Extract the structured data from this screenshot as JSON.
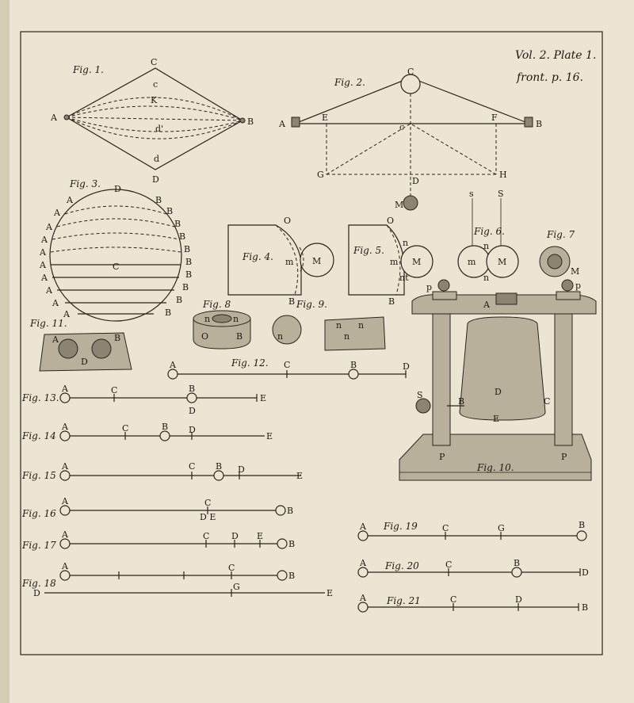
{
  "header": {
    "vol": "Vol. 2. Plate 1.",
    "front": "front. p. 16."
  },
  "fig1": {
    "title": "Fig. 1.",
    "A": "A",
    "B": "B",
    "C": "C",
    "D": "D",
    "c": "c",
    "K": "K",
    "d_mid": "d'",
    "d": "d"
  },
  "fig2": {
    "title": "Fig. 2.",
    "A": "A",
    "B": "B",
    "C": "C",
    "D": "D",
    "E": "E",
    "F": "F",
    "G": "G",
    "H": "H",
    "c": "c",
    "M": "M"
  },
  "fig3": {
    "title": "Fig. 3.",
    "D": "D",
    "C": "C",
    "A": "A",
    "B": "B"
  },
  "fig4": {
    "title": "Fig. 4.",
    "O": "O",
    "B": "B",
    "m": "m",
    "M": "M"
  },
  "fig5": {
    "title": "Fig. 5.",
    "O": "O",
    "B": "B",
    "n": "n",
    "m": "m",
    "M": "M",
    "nt": "nt"
  },
  "fig6": {
    "title": "Fig. 6.",
    "s": "s",
    "S": "S",
    "n": "n",
    "m": "m",
    "M": "M"
  },
  "fig7": {
    "title": "Fig. 7",
    "M": "M"
  },
  "fig8": {
    "title": "Fig. 8",
    "O": "O",
    "B": "B",
    "n_left": "n",
    "n_right": "n"
  },
  "fig9": {
    "title": "Fig. 9.",
    "n": "n"
  },
  "fig10": {
    "title": "Fig. 10.",
    "A": "A",
    "B": "B",
    "C": "C",
    "D": "D",
    "E": "E",
    "S": "S",
    "P": "P",
    "p": "p"
  },
  "fig11": {
    "title": "Fig. 11.",
    "A": "A",
    "B": "B",
    "D": "D"
  },
  "fig12": {
    "title": "Fig. 12.",
    "A": "A",
    "B": "B",
    "C": "C",
    "D": "D"
  },
  "fig13": {
    "title": "Fig. 13.",
    "A": "A",
    "B": "B",
    "C": "C",
    "D": "D",
    "E": "E"
  },
  "fig14": {
    "title": "Fig. 14",
    "A": "A",
    "B": "B",
    "C": "C",
    "D": "D",
    "E": "E"
  },
  "fig15": {
    "title": "Fig. 15",
    "A": "A",
    "B": "B",
    "C": "C",
    "D": "D",
    "E": "E"
  },
  "fig16": {
    "title": "Fig. 16",
    "A": "A",
    "B": "B",
    "C": "C",
    "DE": "D E"
  },
  "fig17": {
    "title": "Fig. 17",
    "A": "A",
    "B": "B",
    "C": "C",
    "D": "D",
    "E": "E"
  },
  "fig18": {
    "title": "Fig. 18",
    "A": "A",
    "B": "B",
    "C": "C",
    "D": "D",
    "E": "E",
    "G": "G"
  },
  "fig19": {
    "title": "Fig. 19",
    "A": "A",
    "B": "B",
    "C": "C",
    "G": "G"
  },
  "fig20": {
    "title": "Fig. 20",
    "A": "A",
    "B": "B",
    "C": "C",
    "D": "D"
  },
  "fig21": {
    "title": "Fig. 21",
    "A": "A",
    "B": "B",
    "C": "C",
    "D": "D"
  }
}
